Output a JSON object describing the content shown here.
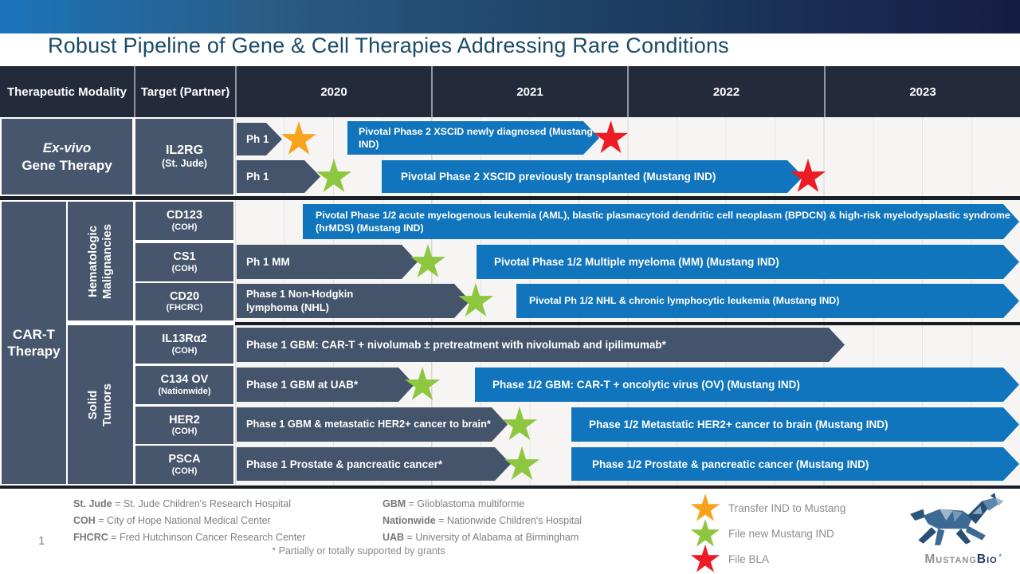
{
  "slide": {
    "title": "Robust Pipeline of Gene & Cell Therapies Addressing Rare Conditions",
    "page_number": "1"
  },
  "table": {
    "headers": {
      "modality": "Therapeutic Modality",
      "target": "Target (Partner)",
      "years": [
        "2020",
        "2021",
        "2022",
        "2023"
      ]
    },
    "groups": {
      "ex_vivo": {
        "line1": "Ex-vivo",
        "line2": "Gene Therapy"
      },
      "car_t": {
        "line1": "CAR-T",
        "line2": "Therapy"
      },
      "hematologic": {
        "line1": "Hematologic",
        "line2": "Malignancies"
      },
      "solid": {
        "line1": "Solid",
        "line2": "Tumors"
      }
    },
    "targets": {
      "il2rg": {
        "name": "IL2RG",
        "partner": "(St. Jude)"
      },
      "cd123": {
        "name": "CD123",
        "partner": "(COH)"
      },
      "cs1": {
        "name": "CS1",
        "partner": "(COH)"
      },
      "cd20": {
        "name": "CD20",
        "partner": "(FHCRC)"
      },
      "il13ra2": {
        "name": "IL13Rα2",
        "partner": "(COH)"
      },
      "c134": {
        "name": "C134 OV",
        "partner": "(Nationwide)"
      },
      "her2": {
        "name": "HER2",
        "partner": "(COH)"
      },
      "psca": {
        "name": "PSCA",
        "partner": "(COH)"
      }
    }
  },
  "bars": {
    "il2rg_ph1_a": "Ph 1",
    "il2rg_piv_a": "Pivotal Phase 2 XSCID newly diagnosed (Mustang IND)",
    "il2rg_ph1_b": "Ph 1",
    "il2rg_piv_b": "Pivotal Phase 2 XSCID previously transplanted (Mustang IND)",
    "cd123_piv": "Pivotal Phase 1/2 acute myelogenous leukemia (AML), blastic plasmacytoid dendritic cell neoplasm (BPDCN) & high-risk myelodysplastic syndrome (hrMDS) (Mustang IND)",
    "cs1_ph1": "Ph 1 MM",
    "cs1_piv": "Pivotal Phase 1/2 Multiple myeloma (MM) (Mustang IND)",
    "cd20_ph1": "Phase 1 Non-Hodgkin lymphoma (NHL)",
    "cd20_piv": "Pivotal Ph 1/2 NHL & chronic lymphocytic leukemia (Mustang IND)",
    "il13ra2_ph1": "Phase 1 GBM:  CAR-T + nivolumab ± pretreatment with nivolumab and ipilimumab*",
    "c134_ph1": "Phase 1 GBM at UAB*",
    "c134_piv": "Phase 1/2 GBM:  CAR-T + oncolytic virus (OV) (Mustang IND)",
    "her2_ph1": "Phase 1 GBM & metastatic HER2+ cancer to brain*",
    "her2_piv": "Phase 1/2  Metastatic HER2+ cancer to brain (Mustang IND)",
    "psca_ph1": "Phase 1 Prostate & pancreatic cancer*",
    "psca_piv": "Phase 1/2  Prostate & pancreatic cancer (Mustang IND)"
  },
  "legend": {
    "abbreviations_left": [
      {
        "term": "St. Jude",
        "def": " = St. Jude Children's Research Hospital"
      },
      {
        "term": "COH",
        "def": " = City of Hope National Medical Center"
      },
      {
        "term": "FHCRC",
        "def": " = Fred Hutchinson Cancer Research Center"
      }
    ],
    "abbreviations_right": [
      {
        "term": "GBM",
        "def": " = Glioblastoma multiforme"
      },
      {
        "term": "Nationwide",
        "def": " = Nationwide Children's Hospital"
      },
      {
        "term": "UAB",
        "def": " = University of Alabama at Birmingham"
      }
    ],
    "grant_note": "* Partially or totally supported by grants",
    "stars": [
      {
        "label": "Transfer IND to Mustang",
        "color": "#F9A21C"
      },
      {
        "label": "File new Mustang IND",
        "color": "#8DC63F"
      },
      {
        "label": "File BLA",
        "color": "#EC1C24"
      }
    ]
  },
  "logo": {
    "wordmark_left": "Mustang",
    "wordmark_right": "Bio"
  },
  "colors": {
    "pivotal_bar_blue": "#1075BC",
    "phase1_bar_slate": "#44546A",
    "header_dark": "#232A3A",
    "cell_slate": "#47566D",
    "star_orange": "#F9A21C",
    "star_green": "#8DC63F",
    "star_red": "#EC1C24"
  }
}
